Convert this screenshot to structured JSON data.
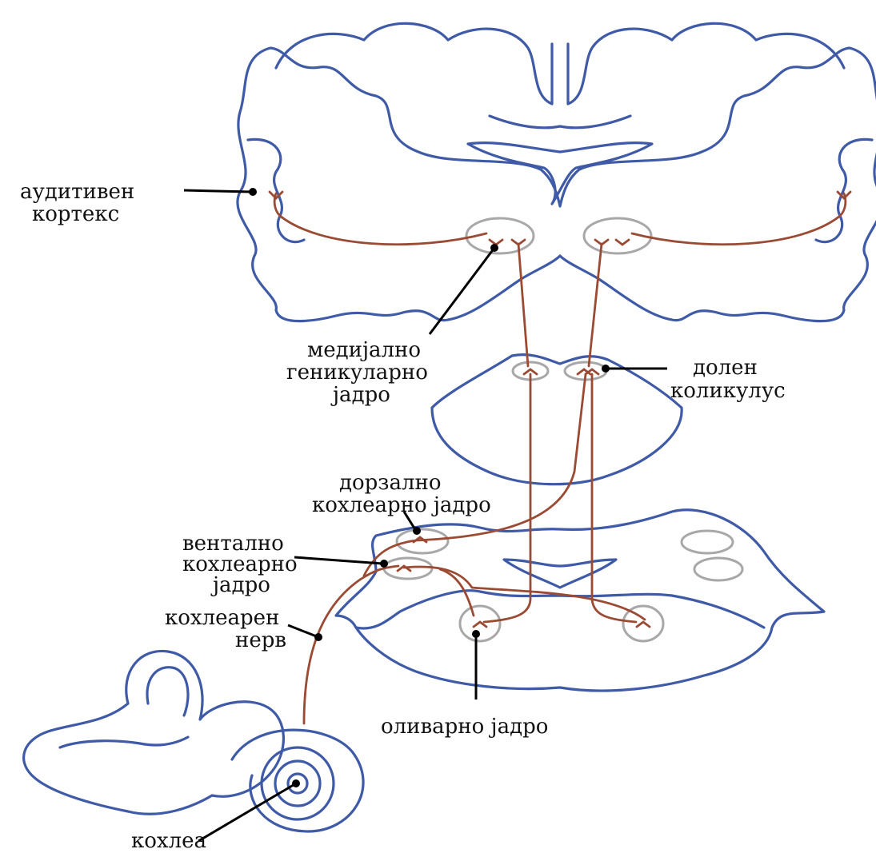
{
  "colors": {
    "outline": "#3f5aa6",
    "pathway": "#9b4a33",
    "nucleus": "#a8a8a8",
    "leader": "#000000"
  },
  "labels": {
    "auditory_cortex": [
      "аудитивен",
      "кортекс"
    ],
    "medial_geniculate": [
      "медијално",
      "геникуларно",
      "јадро"
    ],
    "inferior_colliculus": [
      "долен",
      "коликулус"
    ],
    "dorsal_cochlear": [
      "дорзално",
      "кохлеарно јадро"
    ],
    "ventral_cochlear": [
      "вентално",
      "кохлеарно",
      "јадро"
    ],
    "cochlear_nerve": [
      "кохлеарен",
      "нерв"
    ],
    "olivary_nucleus": [
      "оливарно јадро"
    ],
    "cochlea": [
      "кохлеа"
    ]
  }
}
